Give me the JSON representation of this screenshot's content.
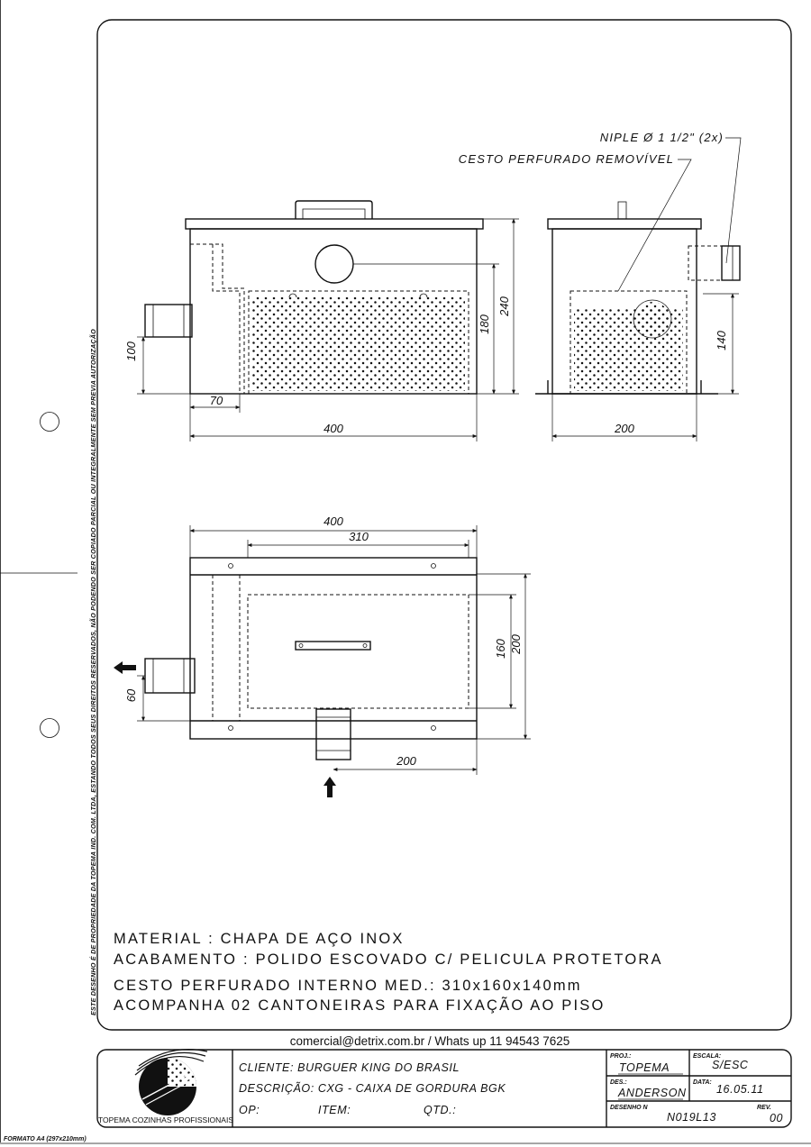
{
  "side_notice": "ESTE DESENHO É DE PROPRIEDADE DA TOPEMA IND. COM. LTDA, ESTANDO TODOS SEUS DIREITOS RESERVADOS, NÃO PODENDO SER COPIADO PARCIAL OU INTEGRALMENTE SEM PREVIA AUTORIZAÇÃO",
  "callouts": {
    "niple": "NIPLE Ø 1 1/2\" (2x)",
    "cesto": "CESTO PERFURADO REMOVÍVEL"
  },
  "dimensions": {
    "front_width": "400",
    "front_height_total": "240",
    "front_height_basket": "180",
    "front_inlet_height": "100",
    "front_partition": "70",
    "side_width": "200",
    "side_outlet_height": "140",
    "top_width_total": "400",
    "top_width_basket": "310",
    "top_depth_total": "200",
    "top_depth_basket": "160",
    "top_outlet_offset": "60",
    "top_inlet_offset": "200"
  },
  "notes": [
    "MATERIAL : CHAPA DE AÇO INOX",
    "ACABAMENTO : POLIDO ESCOVADO C/ PELICULA PROTETORA",
    "CESTO PERFURADO INTERNO MED.: 310x160x140mm",
    "ACOMPANHA 02 CANTONEIRAS PARA FIXAÇÃO AO PISO"
  ],
  "contact": "comercial@detrix.com.br / Whats up 11 94543 7625",
  "title_block": {
    "company": "TOPEMA COZINHAS PROFISSIONAIS",
    "cliente": "CLIENTE: BURGUER KING DO BRASIL",
    "descricao": "DESCRIÇÃO: CXG - CAIXA DE GORDURA BGK",
    "op": "OP:",
    "item": "ITEM:",
    "qtd": "QTD.:",
    "proj_label": "PROJ.:",
    "proj_value": "TOPEMA",
    "escala_label": "ESCALA:",
    "escala_value": "S/ESC",
    "des_label": "DES.:",
    "des_value": "ANDERSON",
    "data_label": "DATA:",
    "data_value": "16.05.11",
    "desenho_label": "DESENHO N",
    "desenho_value": "N019L13",
    "rev_label": "REV.",
    "rev_value": "00"
  },
  "format": "FORMATO A4 (297x210mm)"
}
